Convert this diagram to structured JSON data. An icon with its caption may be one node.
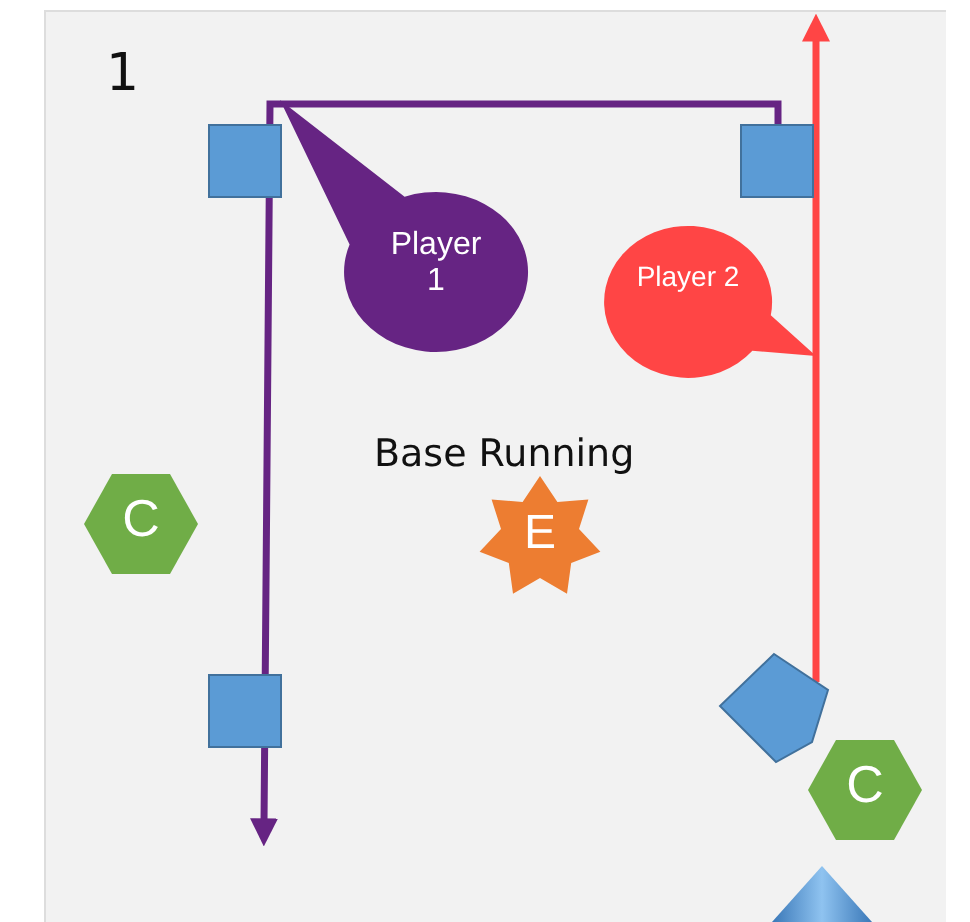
{
  "diagram": {
    "title": "Base Running",
    "nodes": [
      {
        "text": [],
        "shape": "box"
      },
      {
        "text": [],
        "shape": "box"
      },
      {
        "text": [
          "Player 1"
        ]
      },
      {
        "text": [
          "Player 2"
        ]
      },
      {
        "text": [
          "C"
        ]
      },
      {
        "text": [
          "E"
        ]
      },
      {
        "text": [],
        "shape": "box"
      },
      {
        "text": [],
        "shape": "pentagon"
      },
      {
        "text": [
          "C"
        ]
      },
      {
        "text": [],
        "shape": "cone"
      }
    ],
    "edges": [
      {
        "from": 1,
        "to": null,
        "arrow": "to",
        "color": "#662483"
      },
      {
        "from": 7,
        "to": null,
        "arrow": "to",
        "color": "#ff4545"
      }
    ],
    "labels": [
      "1"
    ]
  }
}
